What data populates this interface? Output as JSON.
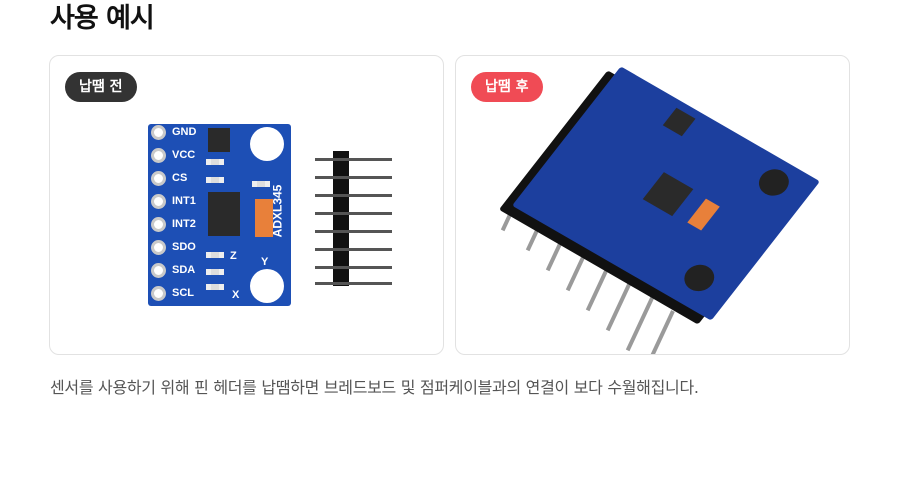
{
  "section_title": "사용 예시",
  "cards": [
    {
      "badge": "납땜 전",
      "badge_color": "#333333"
    },
    {
      "badge": "납땜 후",
      "badge_color": "#f04b55"
    }
  ],
  "board": {
    "pins": [
      "GND",
      "VCC",
      "CS",
      "INT1",
      "INT2",
      "SDO",
      "SDA",
      "SCL"
    ],
    "chip_label": "ADXL345",
    "axes": [
      "Z",
      "Y",
      "X"
    ]
  },
  "description": "센서를 사용하기 위해 핀 헤더를 납땜하면 브레드보드 및 점퍼케이블과의 연결이 보다 수월해집니다."
}
